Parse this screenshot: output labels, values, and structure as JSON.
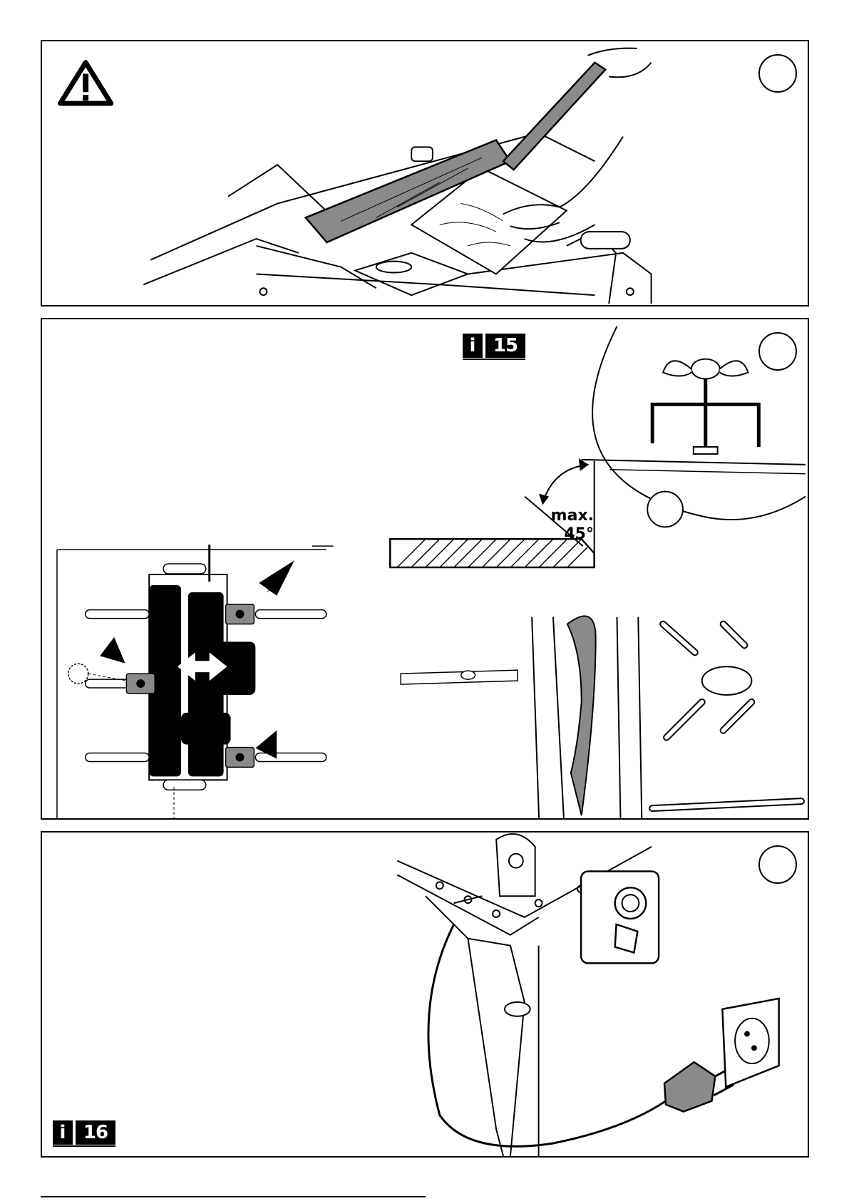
{
  "panel2": {
    "book_i": "i",
    "book_page": "15",
    "angle_max": "max.",
    "angle_deg": "45°"
  },
  "panel3": {
    "book_i": "i",
    "book_page": "16"
  },
  "colors": {
    "ink": "#000000",
    "shade": "#8a8a8a",
    "paper": "#ffffff"
  }
}
